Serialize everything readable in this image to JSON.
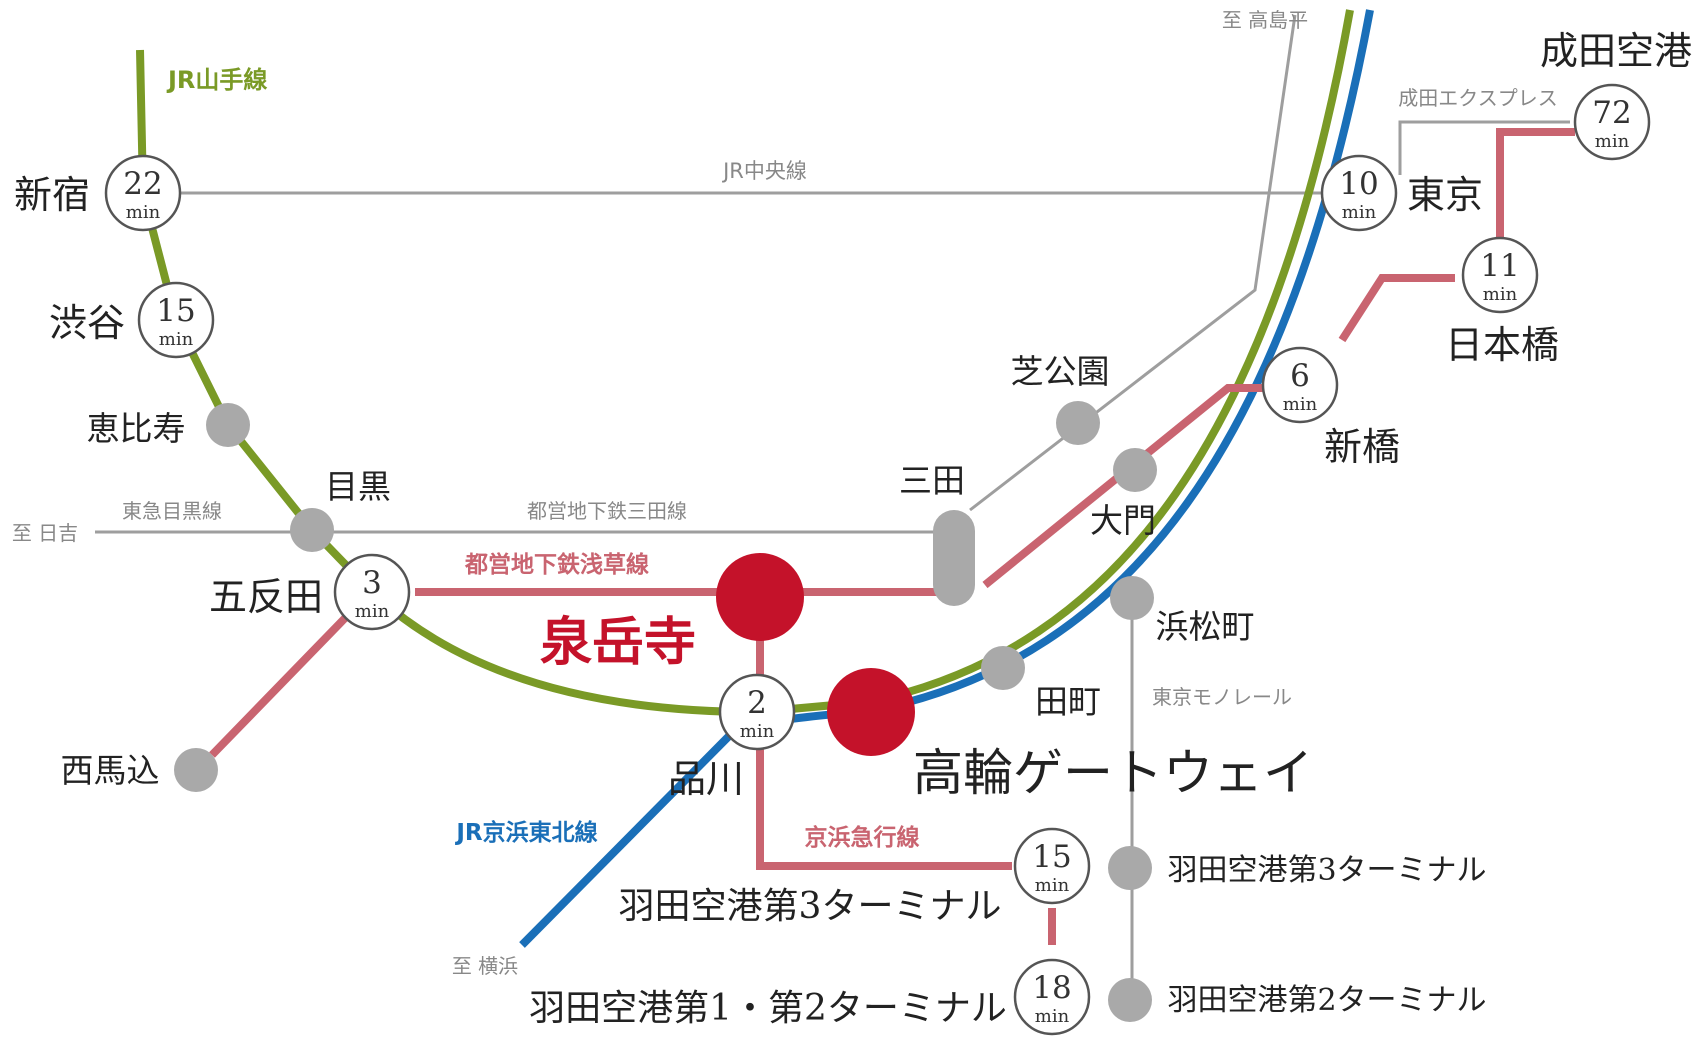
{
  "colors": {
    "yamanote": "#7a9a26",
    "keihin": "#1a6fb8",
    "asakusa": "#c96470",
    "gray": "#9e9e9e",
    "target": "#c4122a"
  },
  "lines": {
    "yamanote": "JR山手線",
    "chuo": "JR中央線",
    "tokyu": "東急目黒線",
    "mita": "都営地下鉄三田線",
    "asakusa": "都営地下鉄浅草線",
    "keihin": "JR京浜東北線",
    "keikyu": "京浜急行線",
    "monorail": "東京モノレール",
    "nex": "成田エクスプレス"
  },
  "directions": {
    "takashimadaira": "至 高島平",
    "hiyoshi": "至 日吉",
    "yokohama": "至 横浜"
  },
  "stations": {
    "shinjuku": "新宿",
    "shibuya": "渋谷",
    "ebisu": "恵比寿",
    "meguro": "目黒",
    "gotanda": "五反田",
    "nishimagome": "西馬込",
    "sengakuji": "泉岳寺",
    "shinagawa": "品川",
    "takanawa": "高輪ゲートウェイ",
    "tamachi": "田町",
    "hamamatsucho": "浜松町",
    "mita": "三田",
    "shibakoen": "芝公園",
    "daimon": "大門",
    "shimbashi": "新橋",
    "nihombashi": "日本橋",
    "tokyo": "東京",
    "narita": "成田空港",
    "haneda3_keikyu": "羽田空港第3ターミナル",
    "haneda12": "羽田空港第1・第2ターミナル",
    "haneda3_mono": "羽田空港第3ターミナル",
    "haneda2": "羽田空港第2ターミナル"
  },
  "times": {
    "unit": "min",
    "shinjuku": "22",
    "shibuya": "15",
    "gotanda": "3",
    "shinagawa": "2",
    "shimbashi": "6",
    "tokyo": "10",
    "nihombashi": "11",
    "narita": "72",
    "haneda3": "15",
    "haneda12": "18"
  }
}
